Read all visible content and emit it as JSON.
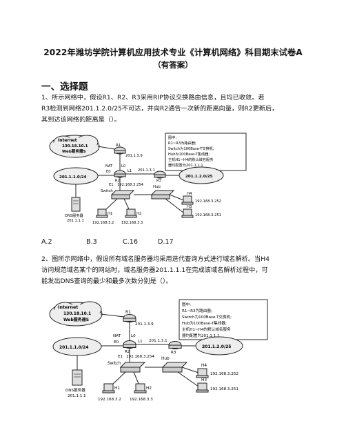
{
  "header": {
    "title": "2022年潍坊学院计算机应用技术专业《计算机网络》科目期末试卷A",
    "subtitle": "（有答案）"
  },
  "section": {
    "heading": "一、选择题"
  },
  "q1": {
    "line1": "1、所示网络中，假设R1、R2、R3采用RIP协议交换路由信息，且均已收敛。若",
    "line2": "R3检测到网络201.1.2.0/25不可达，并向R2通告一次新的距离向量，则R2更新后，",
    "line3": "其到达该网络的距离是（）。",
    "options": {
      "a": "A.2",
      "b": "B.3",
      "c": "C.16",
      "d": "D.17"
    }
  },
  "q2": {
    "line1": "2、图所示网络中，假设所有域名服务器均采用迭代查询方式进行域名解析。当H4",
    "line2": "访问规范域名某个的网站时，域名服务器201.1.1.1在完成该域名解析过程中，可",
    "line3": "能发出DNS查询的最少和最多次数分别是（）。"
  },
  "figure": {
    "internet": "Internet",
    "internet_ip": "130.18.10.1",
    "web_server": "Web服务器S",
    "r1": "R1",
    "r2": "R2",
    "r3": "R3",
    "r1_ip": "201.1.3.9",
    "nat": "NAT",
    "l0": "L0",
    "e0": "E0",
    "l1": "L1",
    "e1": "E1",
    "link_ip": "201.1.3.1",
    "e1_ip": "192.168.3.254",
    "net1": "201.1.1.0/24",
    "net2": "201.1.2.0/25",
    "switch": "Switch",
    "hub": "Hub",
    "dns": "DNS服务器",
    "dns_ip": "201.1.1.1",
    "h1": "H1",
    "h2": "H2",
    "h3": "H3",
    "h4": "H4",
    "h1_ip": "192.168.3.2",
    "h2_ip": "192.168.3.3",
    "h3_ip": "192.168.3.251",
    "h4_ip": "192.168.3.252",
    "note": {
      "l1": "图中:",
      "l2": "R1~R3为路由器;",
      "l3": "Switch为100Base-T交换机;",
      "l4": "Hub为100Base-T集线器;",
      "l5": "主机H1~H4的默认域名服务",
      "l6": "器均配置为201.1.1.1"
    }
  }
}
